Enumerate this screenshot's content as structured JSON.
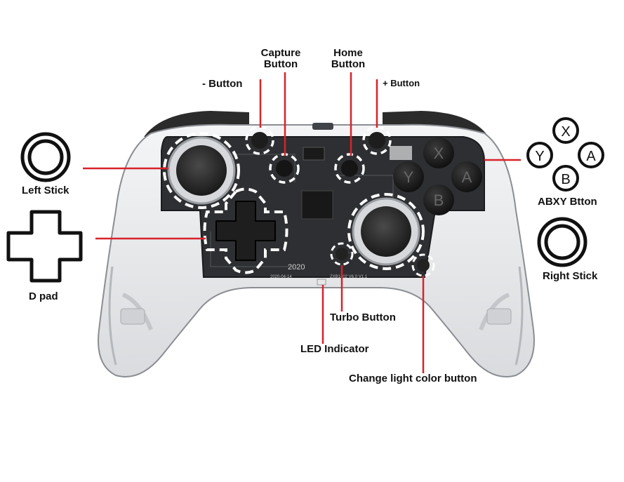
{
  "labels": {
    "capture_line1": "Capture",
    "capture_line2": "Button",
    "home_line1": "Home",
    "home_line2": "Button",
    "minus": "- Button",
    "plus": "+ Button",
    "left_stick": "Left Stick",
    "d_pad": "D pad",
    "abxy": "ABXY Btton",
    "right_stick": "Right Stick",
    "turbo": "Turbo Button",
    "led": "LED Indicator",
    "change_light": "Change light color button"
  },
  "controller": {
    "board_year": "2020",
    "board_date": "2020-04-14",
    "board_code": "ZXB1402 V6.0 V1.1"
  },
  "buttons": {
    "x": "X",
    "y": "Y",
    "a": "A",
    "b": "B"
  },
  "colors": {
    "callout_line": "#d8232a",
    "dashed_ring": "#ffffff",
    "body_dark": "#2a2a2a",
    "body_clear": "#e9eaec"
  }
}
